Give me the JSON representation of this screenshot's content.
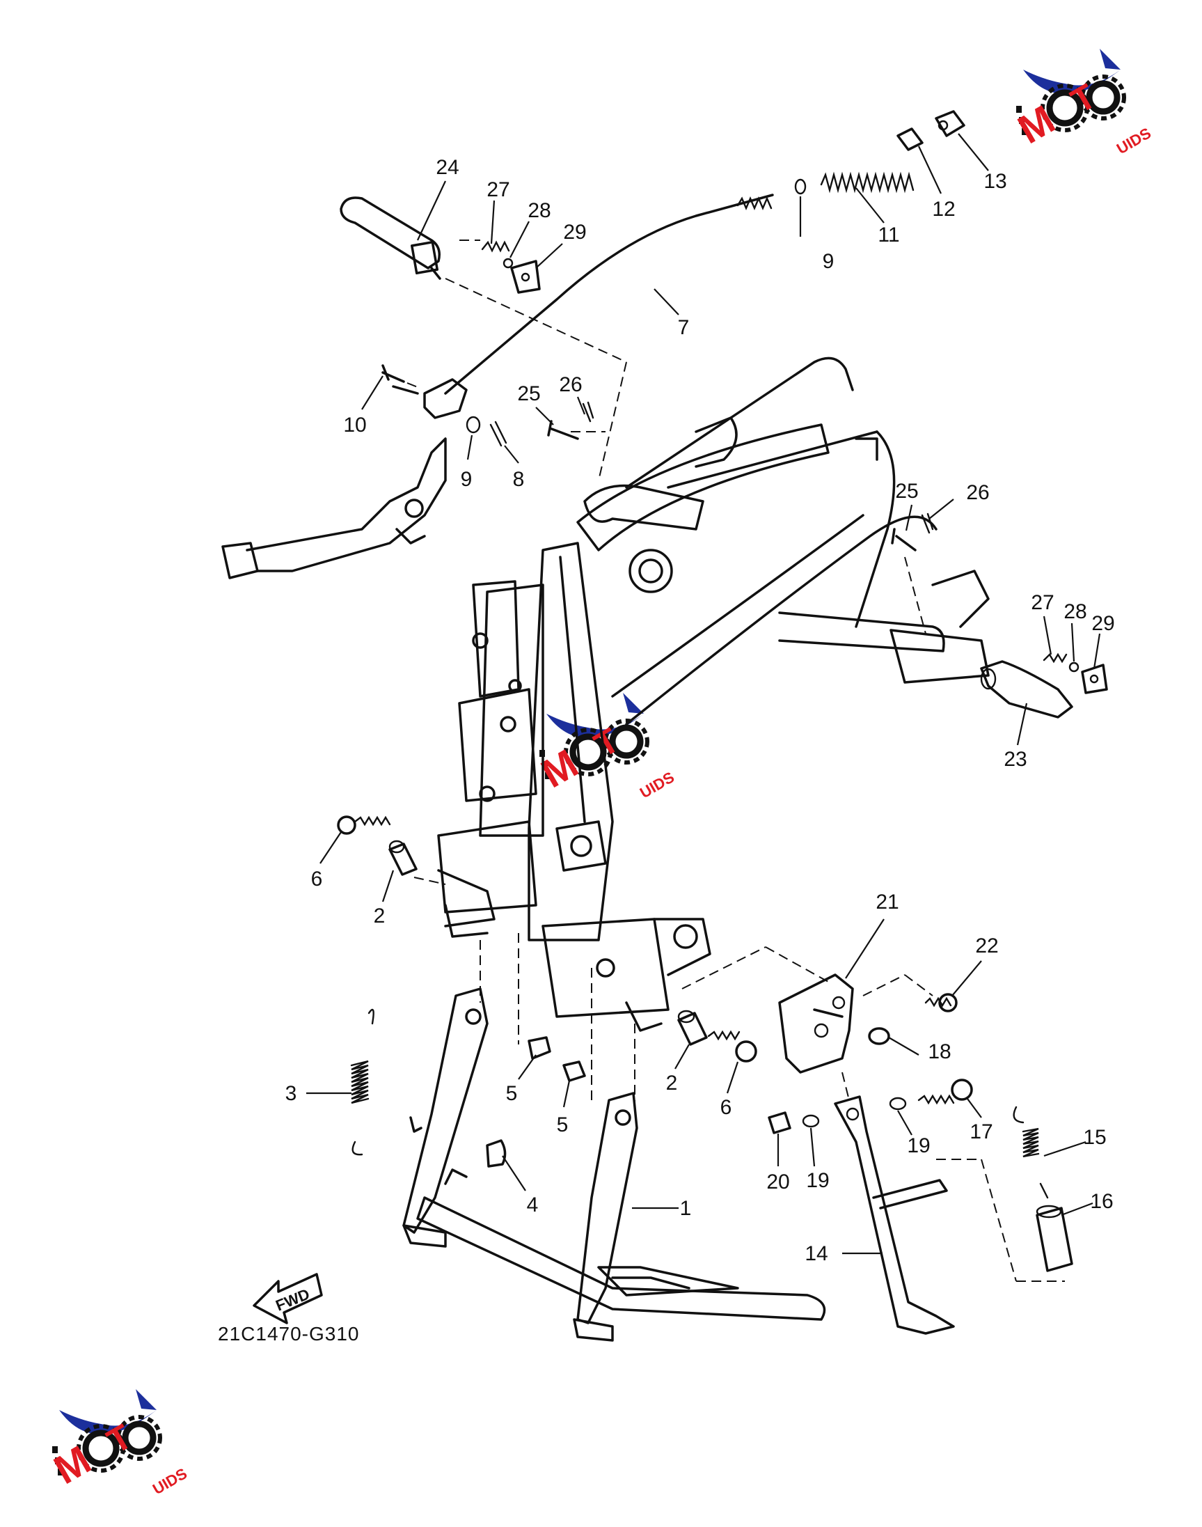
{
  "diagram_code": "21C1470-G310",
  "direction_label": "FWD",
  "brand": {
    "letters_m": "M",
    "letters_t": "T",
    "suffix": "UIDS",
    "colors": {
      "swoosh": "#1c2f9c",
      "accent": "#e11b22",
      "ink": "#111111"
    }
  },
  "callouts": [
    {
      "id": "c1",
      "label": "1"
    },
    {
      "id": "c2a",
      "label": "2"
    },
    {
      "id": "c2b",
      "label": "2"
    },
    {
      "id": "c3",
      "label": "3"
    },
    {
      "id": "c4",
      "label": "4"
    },
    {
      "id": "c5a",
      "label": "5"
    },
    {
      "id": "c5b",
      "label": "5"
    },
    {
      "id": "c6a",
      "label": "6"
    },
    {
      "id": "c6b",
      "label": "6"
    },
    {
      "id": "c7",
      "label": "7"
    },
    {
      "id": "c8",
      "label": "8"
    },
    {
      "id": "c9a",
      "label": "9"
    },
    {
      "id": "c9b",
      "label": "9"
    },
    {
      "id": "c10",
      "label": "10"
    },
    {
      "id": "c11",
      "label": "11"
    },
    {
      "id": "c12",
      "label": "12"
    },
    {
      "id": "c13",
      "label": "13"
    },
    {
      "id": "c14",
      "label": "14"
    },
    {
      "id": "c15",
      "label": "15"
    },
    {
      "id": "c16",
      "label": "16"
    },
    {
      "id": "c17",
      "label": "17"
    },
    {
      "id": "c18",
      "label": "18"
    },
    {
      "id": "c19a",
      "label": "19"
    },
    {
      "id": "c19b",
      "label": "19"
    },
    {
      "id": "c20",
      "label": "20"
    },
    {
      "id": "c21",
      "label": "21"
    },
    {
      "id": "c22",
      "label": "22"
    },
    {
      "id": "c23",
      "label": "23"
    },
    {
      "id": "c24",
      "label": "24"
    },
    {
      "id": "c25a",
      "label": "25"
    },
    {
      "id": "c25b",
      "label": "25"
    },
    {
      "id": "c26a",
      "label": "26"
    },
    {
      "id": "c26b",
      "label": "26"
    },
    {
      "id": "c27a",
      "label": "27"
    },
    {
      "id": "c27b",
      "label": "27"
    },
    {
      "id": "c28a",
      "label": "28"
    },
    {
      "id": "c28b",
      "label": "28"
    },
    {
      "id": "c29a",
      "label": "29"
    },
    {
      "id": "c29b",
      "label": "29"
    }
  ]
}
